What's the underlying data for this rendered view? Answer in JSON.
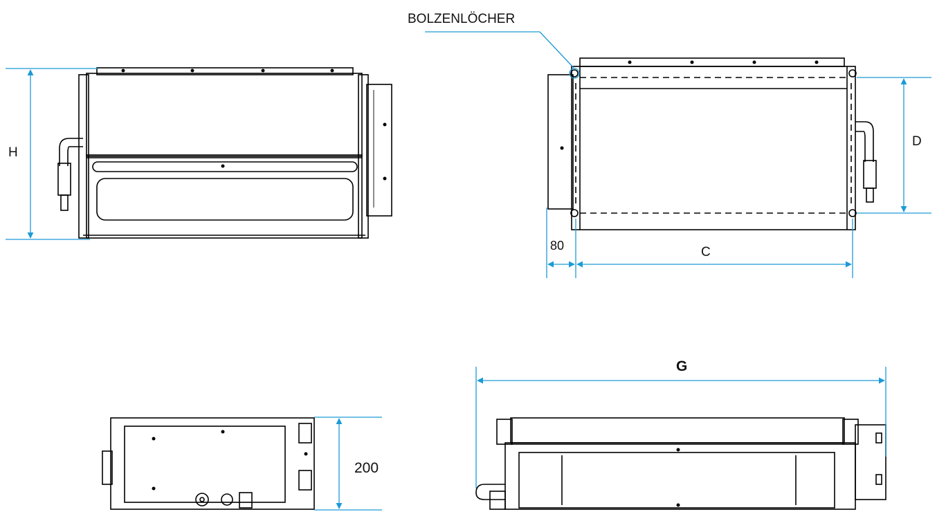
{
  "labels": {
    "bolt_holes": "BOLZENLÖCHER",
    "height": "H",
    "depth": "D",
    "offset": "80",
    "width_c": "C",
    "side_height": "200",
    "overall_width": "G"
  },
  "colors": {
    "dimension": "#1c9ad6",
    "equipment": "#000000"
  }
}
